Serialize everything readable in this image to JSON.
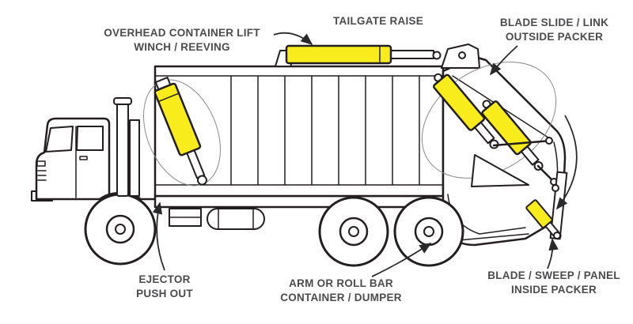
{
  "labels": {
    "overhead_lift": "OVERHEAD CONTAINER LIFT\nWINCH / REEVING",
    "tailgate_raise": "TAILGATE RAISE",
    "blade_slide": "BLADE SLIDE / LINK\nOUTSIDE PACKER",
    "ejector": "EJECTOR\nPUSH OUT",
    "arm_roll_bar": "ARM OR ROLL BAR\nCONTAINER / DUMPER",
    "blade_sweep": "BLADE / SWEEP / PANEL\nINSIDE PACKER"
  },
  "colors": {
    "cylinder_fill": "#f8ec1c",
    "outline": "#231f20",
    "label_text": "#4b4b4d",
    "background": "#ffffff"
  }
}
